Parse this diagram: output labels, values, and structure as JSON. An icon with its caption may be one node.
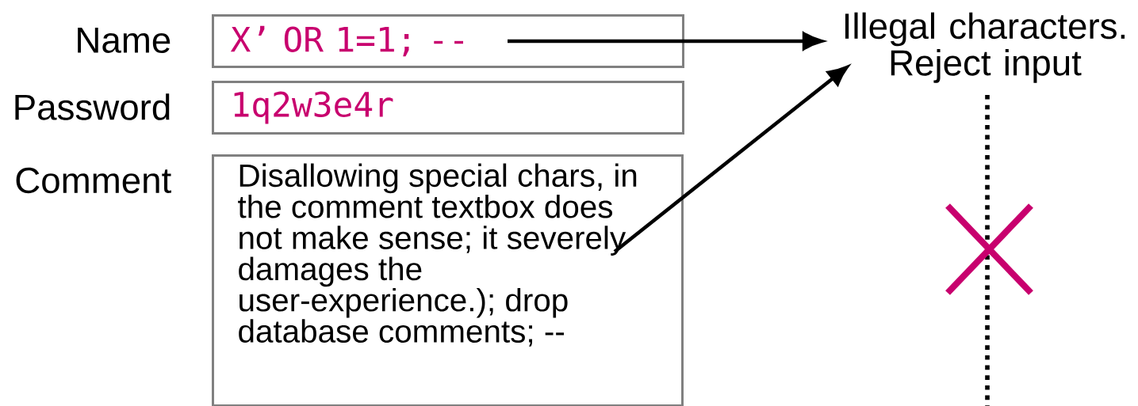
{
  "diagram": {
    "nodes": [
      {
        "text": [
          "X’ OR 1=1; --"
        ],
        "beside": [
          "Name"
        ]
      },
      {
        "text": [
          "1q2w3e4r"
        ],
        "beside": [
          "Password"
        ]
      },
      {
        "text": [
          "Disallowing special chars, in the comment textbox does not make sense; it severely damages the user-experience.); drop database comments; --"
        ],
        "beside": [
          "Comment"
        ]
      },
      {
        "text": [
          "Illegal characters. Reject input"
        ]
      }
    ],
    "edges": [
      {
        "from": 0,
        "to": 3,
        "arrow": "to"
      },
      {
        "from": 2,
        "to": 3,
        "arrow": "to"
      }
    ]
  }
}
